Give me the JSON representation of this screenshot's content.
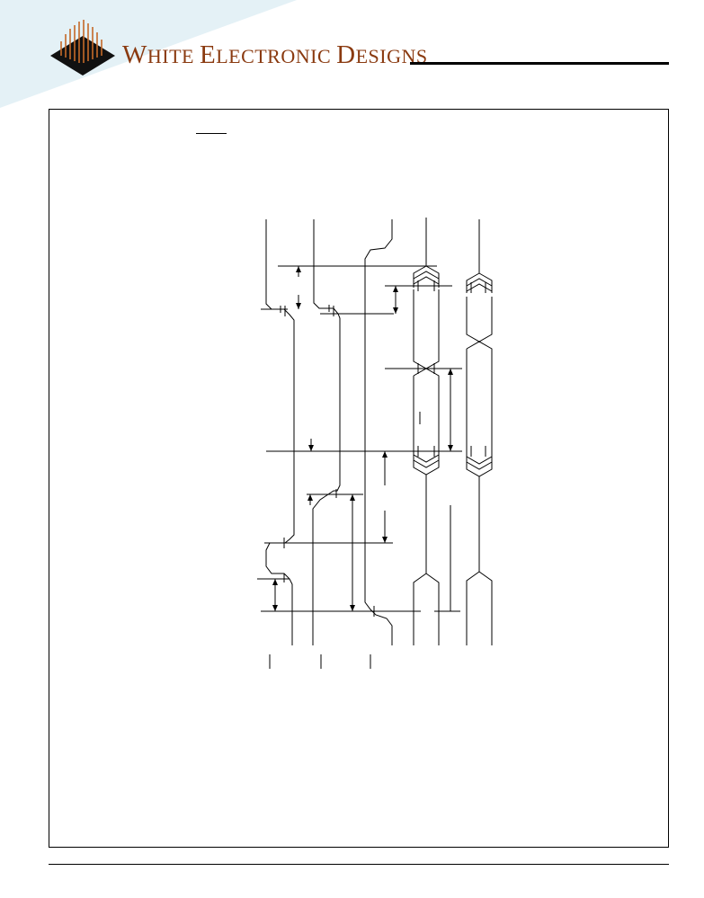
{
  "brand": {
    "name": "White Electronic Designs",
    "w_initial": "W",
    "w_rest": "HITE",
    "e_initial": "E",
    "e_rest": "LECTRONIC",
    "d_initial": "D",
    "d_rest": "ESIGNS"
  },
  "colors": {
    "brand": "#8a3a10",
    "header_bg": "#e4f1f6",
    "logo_dark": "#111111",
    "logo_bars": "#c46a2a",
    "line": "#000000"
  },
  "diagram": {
    "type": "timing-diagram",
    "signal_labels": [],
    "notes": []
  }
}
